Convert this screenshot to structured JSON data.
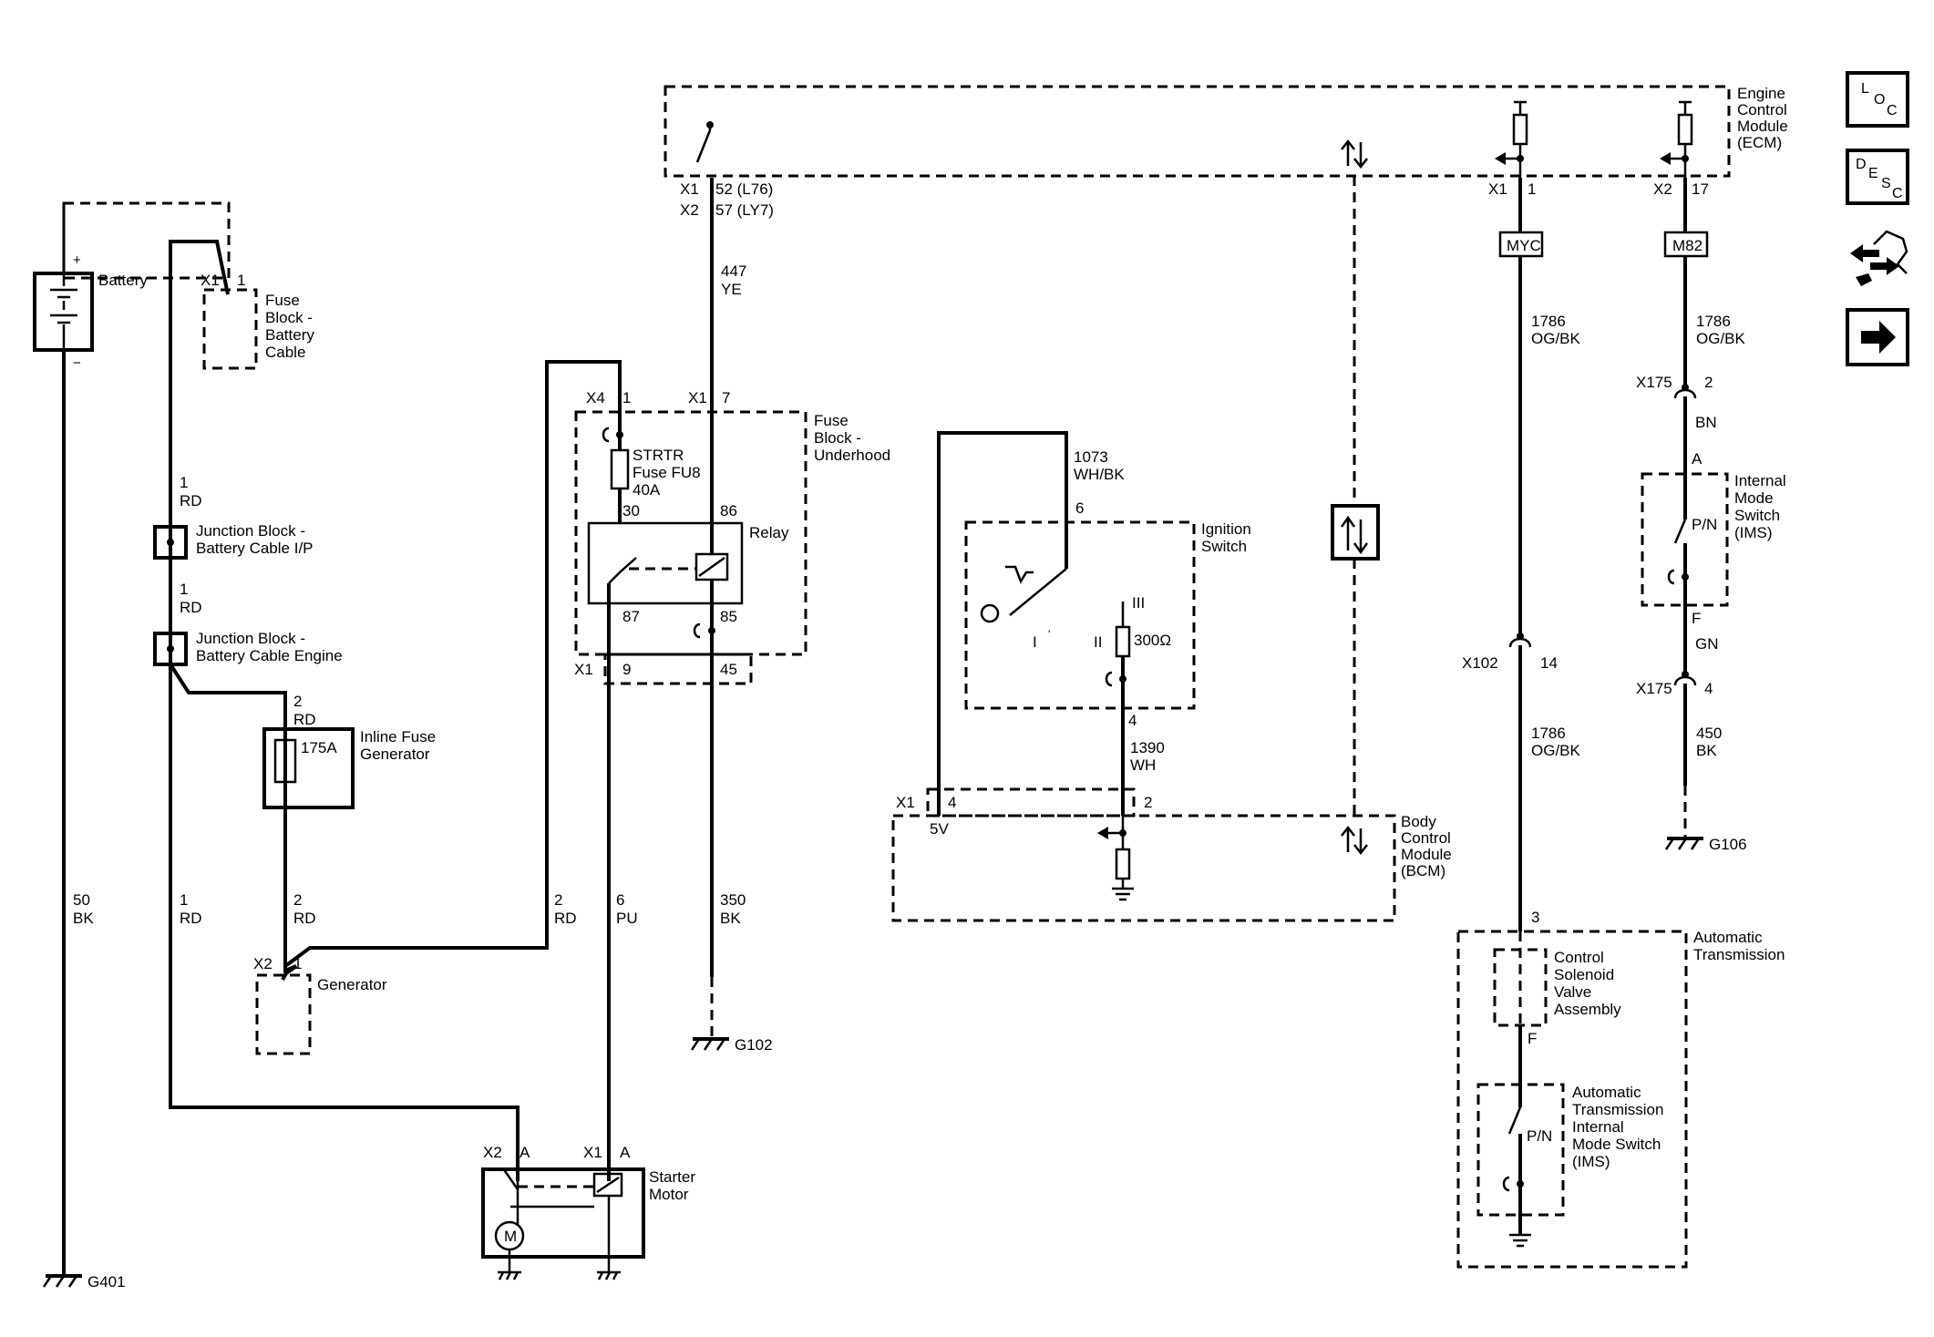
{
  "modules": {
    "ecm": {
      "line1": "Engine",
      "line2": "Control",
      "line3": "Module",
      "line4": "(ECM)"
    },
    "bcm": {
      "line1": "Body",
      "line2": "Control",
      "line3": "Module",
      "line4": "(BCM)"
    },
    "fuse_block_underhood": {
      "line1": "Fuse",
      "line2": "Block -",
      "line3": "Underhood"
    },
    "fuse_block_battery_cable": {
      "line1": "Fuse",
      "line2": "Block -",
      "line3": "Battery",
      "line4": "Cable"
    },
    "ignition_switch": {
      "line1": "Ignition",
      "line2": "Switch"
    },
    "ims": {
      "line1": "Internal",
      "line2": "Mode",
      "line3": "Switch",
      "line4": "(IMS)"
    },
    "automatic_transmission": {
      "line1": "Automatic",
      "line2": "Transmission"
    },
    "control_solenoid": {
      "line1": "Control",
      "line2": "Solenoid",
      "line3": "Valve",
      "line4": "Assembly"
    },
    "at_ims": {
      "line1": "Automatic",
      "line2": "Transmission",
      "line3": "Internal",
      "line4": "Mode Switch",
      "line5": "(IMS)"
    },
    "starter_motor": {
      "line1": "Starter",
      "line2": "Motor",
      "motor": "M"
    },
    "generator": "Generator",
    "battery": "Battery",
    "relay": "Relay",
    "jb_ip": {
      "line1": "Junction Block -",
      "line2": "Battery Cable I/P"
    },
    "jb_engine": {
      "line1": "Junction Block -",
      "line2": "Battery Cable Engine"
    },
    "inline_fuse": {
      "line1": "Inline Fuse",
      "line2": "Generator",
      "rating": "175A"
    },
    "strtr_fuse": {
      "line1": "STRTR",
      "line2": "Fuse FU8",
      "line3": "40A"
    },
    "resistor": "300Ω",
    "ign_positions": {
      "pos1": "I",
      "pos2": "II",
      "pos3": "III"
    },
    "bcm_5v": "5V",
    "pn": "P/N"
  },
  "connectors": {
    "ecm_x1": {
      "conn": "X1",
      "pin": "52 (L76)"
    },
    "ecm_x2": {
      "conn": "X2",
      "pin": "57 (LY7)"
    },
    "ecm_x1_1": {
      "conn": "X1",
      "pin": "1"
    },
    "ecm_x2_17": {
      "conn": "X2",
      "pin": "17"
    },
    "fb_x4": {
      "conn": "X4",
      "pin": "1"
    },
    "fb_x1_7": {
      "conn": "X1",
      "pin": "7"
    },
    "fb_x1_9": {
      "conn": "X1",
      "pin": "9"
    },
    "fb_45": "45",
    "relay_30": "30",
    "relay_86": "86",
    "relay_87": "87",
    "relay_85": "85",
    "fbbc_x1": {
      "conn": "X1",
      "pin": "1"
    },
    "gen_x2": {
      "conn": "X2",
      "pin": "1"
    },
    "sm_x2": {
      "conn": "X2",
      "pin": "A"
    },
    "sm_x1": {
      "conn": "X1",
      "pin": "A"
    },
    "ign_6": "6",
    "ign_4": "4",
    "bcm_x1": {
      "conn": "X1",
      "pin4": "4",
      "pin2": "2"
    },
    "x102": {
      "conn": "X102",
      "pin": "14"
    },
    "x175_2": {
      "conn": "X175",
      "pin": "2"
    },
    "x175_4": {
      "conn": "X175",
      "pin": "4"
    },
    "ims_a": "A",
    "ims_f": "F",
    "at_3": "3",
    "at_f": "F",
    "myc": "MYC",
    "m82": "M82"
  },
  "wires": {
    "w447": {
      "num": "447",
      "color": "YE"
    },
    "w1_a": {
      "num": "1",
      "color": "RD"
    },
    "w1_b": {
      "num": "1",
      "color": "RD"
    },
    "w2_a": {
      "num": "2",
      "color": "RD"
    },
    "w50": {
      "num": "50",
      "color": "BK"
    },
    "w1_c": {
      "num": "1",
      "color": "RD"
    },
    "w2_b": {
      "num": "2",
      "color": "RD"
    },
    "w2_c": {
      "num": "2",
      "color": "RD"
    },
    "w6": {
      "num": "6",
      "color": "PU"
    },
    "w350": {
      "num": "350",
      "color": "BK"
    },
    "w1073": {
      "num": "1073",
      "color": "WH/BK"
    },
    "w1390": {
      "num": "1390",
      "color": "WH"
    },
    "w1786_a": {
      "num": "1786",
      "color": "OG/BK"
    },
    "w1786_b": {
      "num": "1786",
      "color": "OG/BK"
    },
    "w1786_c": {
      "num": "1786",
      "color": "OG/BK"
    },
    "w_bn": {
      "color": "BN"
    },
    "w_gn": {
      "color": "GN"
    },
    "w450": {
      "num": "450",
      "color": "BK"
    }
  },
  "grounds": {
    "g401": "G401",
    "g102": "G102",
    "g106": "G106"
  },
  "nav": {
    "loc": {
      "l": "L",
      "o": "O",
      "c": "C"
    },
    "desc": {
      "d": "D",
      "e": "E",
      "s": "S",
      "c": "C"
    },
    "icons": [
      "loc-icon",
      "desc-icon",
      "connector-tool-icon",
      "next-arrow-icon"
    ]
  }
}
